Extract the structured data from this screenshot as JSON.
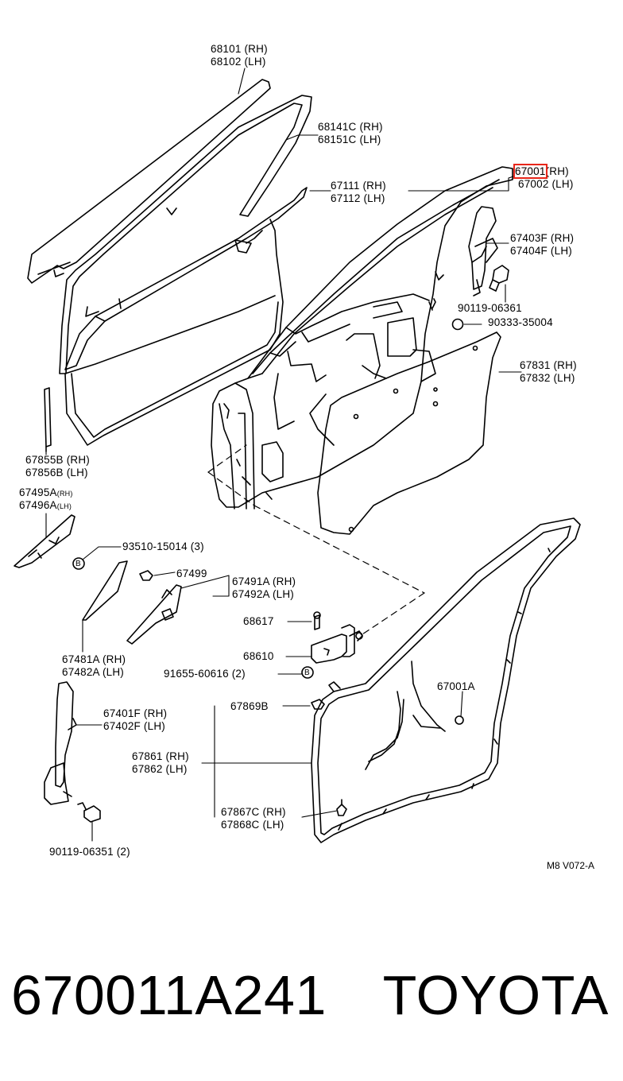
{
  "labels": {
    "p68101": "68101 (RH)",
    "p68102": "68102 (LH)",
    "p68141c": "68141C (RH)",
    "p68151c": "68151C (LH)",
    "p67111": "67111 (RH)",
    "p67112": "67112 (LH)",
    "p67001": "67001",
    "p67001_side": "(RH)",
    "p67002": "67002 (LH)",
    "p67403f": "67403F (RH)",
    "p67404f": "67404F (LH)",
    "p90119_06361": "90119-06361",
    "p90333_35004": "90333-35004",
    "p67831": "67831 (RH)",
    "p67832": "67832 (LH)",
    "p67855b": "67855B (RH)",
    "p67856b": "67856B (LH)",
    "p67495a": "67495A",
    "p67495a_side": "(RH)",
    "p67496a": "67496A",
    "p67496a_side": "(LH)",
    "p93510": "93510-15014 (3)",
    "p67499": "67499",
    "p67491a": "67491A (RH)",
    "p67492a": "67492A (LH)",
    "p68617": "68617",
    "p68610": "68610",
    "p67481a": "67481A (RH)",
    "p67482a": "67482A (LH)",
    "p91655": "91655-60616 (2)",
    "p67001a": "67001A",
    "p67869b": "67869B",
    "p67401f": "67401F (RH)",
    "p67402f": "67402F (LH)",
    "p67861": "67861 (RH)",
    "p67862": "67862 (LH)",
    "p67867c": "67867C (RH)",
    "p67868c": "67868C (LH)",
    "p90119_06351": "90119-06351 (2)",
    "bolt_mark": "B",
    "diagram_code": "M8 V072-A"
  },
  "footer": {
    "part_number": "670011A241",
    "brand": "TOYOTA"
  },
  "highlight_color": "#e8261a"
}
